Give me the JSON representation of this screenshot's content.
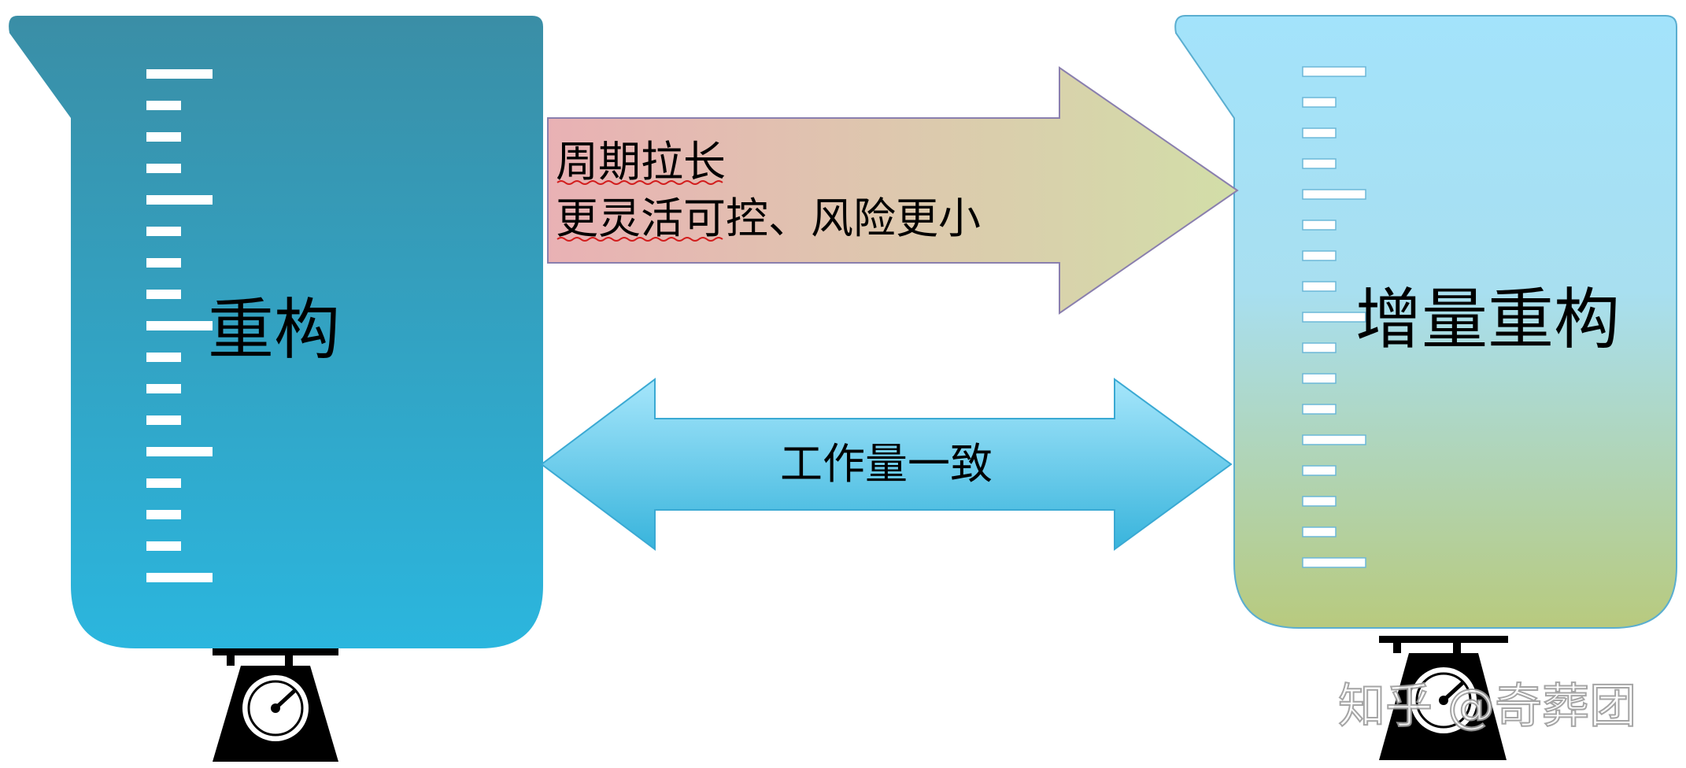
{
  "left_beaker": {
    "label": "重构"
  },
  "right_beaker": {
    "label": "增量重构"
  },
  "top_arrow": {
    "line1": "周期拉长",
    "line2": "更灵活可控、风险更小"
  },
  "double_arrow": {
    "label": "工作量一致"
  },
  "watermark": "知乎 @奇葬团",
  "colors": {
    "left_beaker_top": "#3a8ea6",
    "left_beaker_bottom": "#2bb6de",
    "right_beaker_top": "#a3e3fb",
    "right_beaker_bottom": "#b8ca7e",
    "arrow_left": "#e9b1b4",
    "arrow_right": "#d2dea8",
    "double_arrow": "#62c8ea",
    "scale": "#000000"
  }
}
